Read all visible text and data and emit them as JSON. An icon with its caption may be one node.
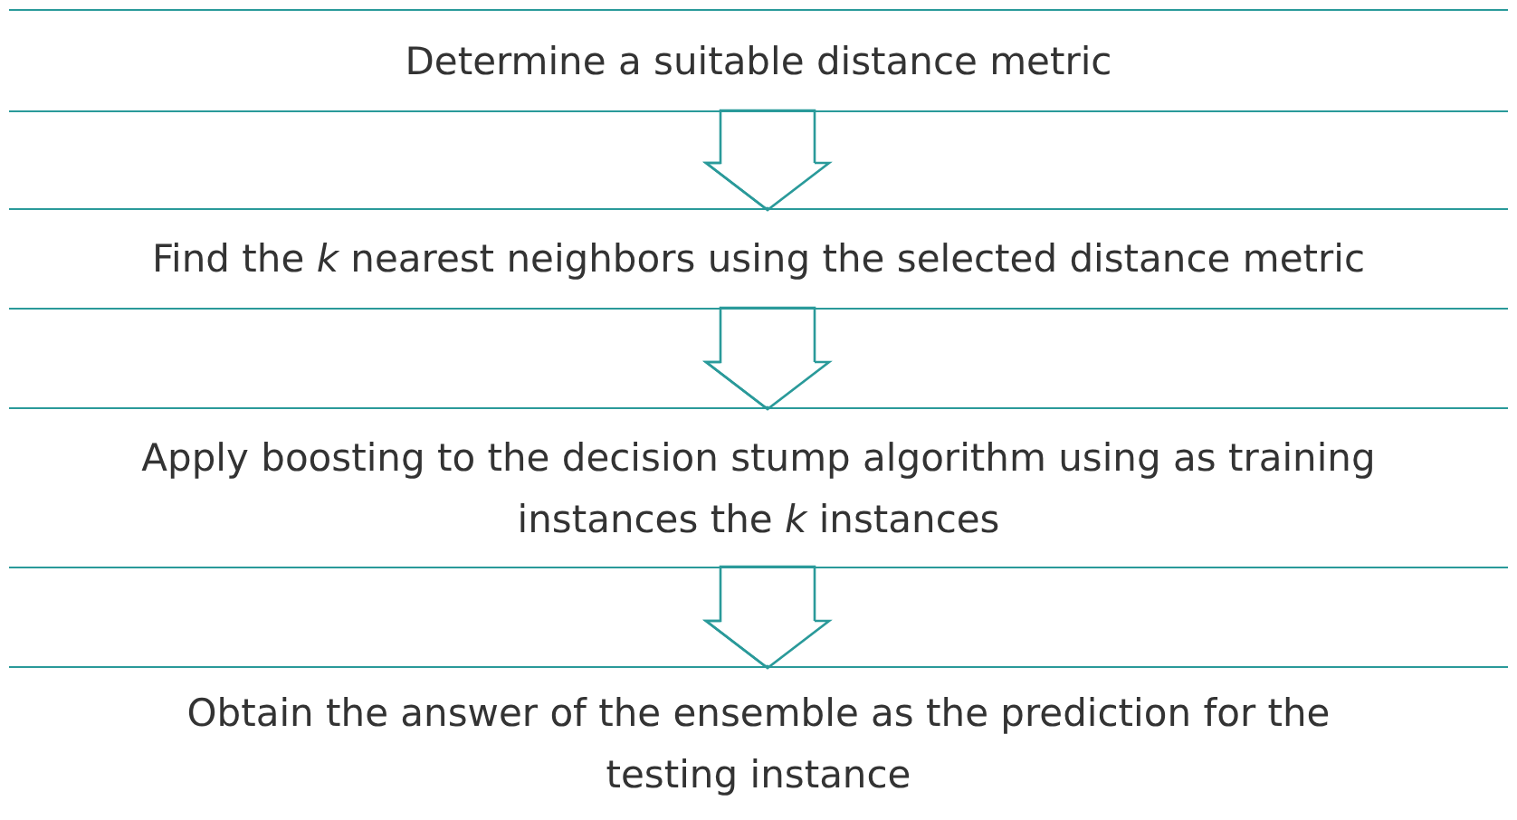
{
  "diagram": {
    "nodes": [
      {
        "text": [
          "Determine a suitable distance metric"
        ]
      },
      {
        "text": [
          "Find the *k* nearest neighbors using the selected distance metric"
        ]
      },
      {
        "text": [
          "Apply boosting to the decision stump algorithm using as training instances the *k* instances"
        ]
      },
      {
        "text": [
          "Obtain the answer of the ensemble as the prediction for the testing instance"
        ]
      }
    ],
    "edges": [
      {
        "from": 0,
        "to": 1,
        "arrow": "to"
      },
      {
        "from": 1,
        "to": 2,
        "arrow": "to"
      },
      {
        "from": 2,
        "to": 3,
        "arrow": "to"
      }
    ]
  }
}
